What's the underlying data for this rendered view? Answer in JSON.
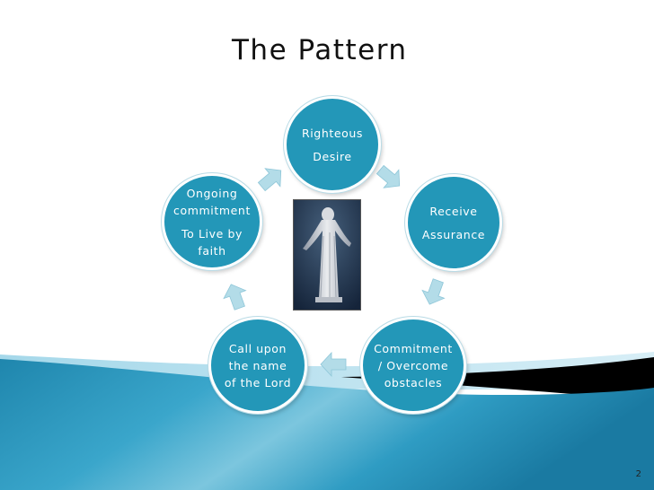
{
  "slide": {
    "title": "The Pattern",
    "page_number": "2"
  },
  "diagram": {
    "center_image": "statue-figure",
    "nodes": [
      {
        "id": "righteous-desire",
        "lines": [
          "Righteous",
          "Desire"
        ]
      },
      {
        "id": "receive-assurance",
        "lines": [
          "Receive",
          "Assurance"
        ]
      },
      {
        "id": "commitment-overcome",
        "lines": [
          "Commitment",
          "/ Overcome",
          "obstacles"
        ]
      },
      {
        "id": "call-upon",
        "lines": [
          "Call upon",
          "the name",
          "of the  Lord"
        ]
      },
      {
        "id": "ongoing-commitment",
        "lines": [
          "Ongoing",
          "commitment",
          "To Live  by",
          "faith"
        ]
      }
    ],
    "arrow_color": "#b3dce8",
    "node_color": "#2397b8"
  },
  "colors": {
    "wave_dark": "#1c7ea4",
    "wave_light": "#9fd6e8",
    "black_stripe": "#000000"
  }
}
